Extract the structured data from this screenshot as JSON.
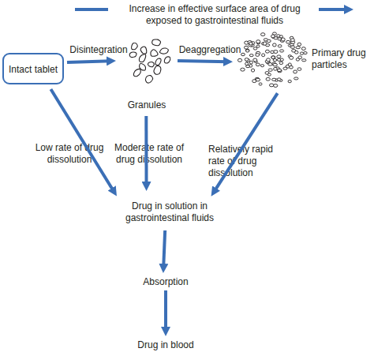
{
  "diagram": {
    "nodes": [
      {
        "text": [
          "Intact tablet"
        ]
      },
      {
        "text": [
          "Granules"
        ]
      },
      {
        "text": [
          "Primary drug particles"
        ]
      },
      {
        "text": [
          "Drug in solution in gastrointestinal fluids"
        ]
      },
      {
        "text": [
          "Absorption"
        ]
      },
      {
        "text": [
          "Drug in blood"
        ]
      }
    ],
    "edges": [
      {
        "from": 0,
        "to": 1,
        "arrow": "to",
        "label": "Disintegration"
      },
      {
        "from": 1,
        "to": 2,
        "arrow": "to",
        "label": "Deaggregation"
      },
      {
        "from": 0,
        "to": 3,
        "arrow": "to",
        "label": "Low rate of drug dissolution"
      },
      {
        "from": 1,
        "to": 3,
        "arrow": "to",
        "label": "Moderate rate of drug dissolution"
      },
      {
        "from": 2,
        "to": 3,
        "arrow": "to",
        "label": "Relatively rapid rate of drug dissolution"
      },
      {
        "from": 3,
        "to": 4,
        "arrow": "to"
      },
      {
        "from": 4,
        "to": 5,
        "arrow": "to"
      }
    ],
    "labels": [
      "Increase in effective surface area of drug exposed to gastrointestinal fluids"
    ]
  }
}
